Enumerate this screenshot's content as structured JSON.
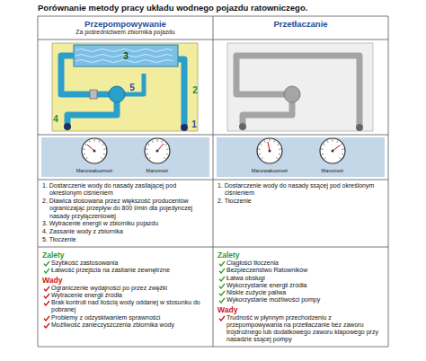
{
  "diagram": {
    "title": "Porównanie metody pracy układu wodnego pojazdu ratowniczego.",
    "nodes": [
      {
        "text": [
          "Przepompowywanie",
          "Za pośrednictwem zbiornika pojazdu"
        ]
      },
      {
        "text": [
          "Przetłaczanie"
        ]
      },
      {
        "text": [
          "1. Dostarczenie wody do nasady zasilającej pod określonym ciśnieniem",
          "2. Dławica stosowana przez większość producentów ograniczając przepływ do 800 l/min dla pojedynczej nasady przyłączeniowej",
          "3. Wytracenie energii w zbiorniku pojazdu",
          "4. Zassanie wody z zbiornika",
          "5. Tłoczenie"
        ]
      },
      {
        "text": [
          "1. Dostarczenie wody do nasady ssącej pod określonym ciśnieniem",
          "2. Tłoczenie"
        ]
      },
      {
        "text": [
          "Zalety",
          "Szybkość zastosowania",
          "Łatwość przejścia na zasilanie zewnętrzne",
          "Wady",
          "Ograniczenie wydajności po przez zwężki",
          "Wytracenie energii źródła",
          "Brak kontroli nad ilością wody oddanej w stosunku do pobranej",
          "Problemy z odzyskiwaniem sprawności",
          "Możliwość zanieczyszczenia zbiornika wody"
        ]
      },
      {
        "text": [
          "Zalety",
          "Ciągłości tłoczenia",
          "Bezpieczeństwo Ratowników",
          "Łatwa obsługi",
          "Wykorzystanie energii źródła",
          "Niskie zużycie paliwa",
          "Wykorzystanie możliwości pompy",
          "Wady",
          "Trudność w płynnym przechodzeniu z przepompowywania na przetłaczanie bez zaworu trójdrożnego lub dodatkowego zaworu klapowego przy nasadzie ssącej pompy"
        ]
      }
    ],
    "labels": [
      "3",
      "2",
      "5",
      "4",
      "1",
      "Manowakuometr",
      "Manometr",
      "Manowakuometr",
      "Manometr"
    ]
  }
}
